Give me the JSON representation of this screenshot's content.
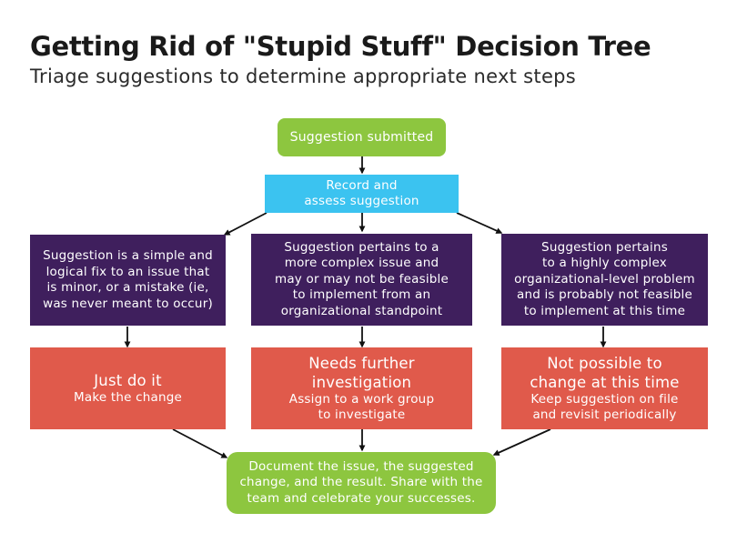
{
  "header": {
    "title": "Getting Rid of \"Stupid Stuff\" Decision Tree",
    "subtitle": "Triage suggestions to determine appropriate next steps"
  },
  "nodes": {
    "submitted": "Suggestion submitted",
    "record": "Record and\nassess suggestion",
    "simple": "Suggestion is a simple and\nlogical fix to an issue that\nis minor, or a mistake (ie,\nwas never meant to occur)",
    "complex": "Suggestion pertains to a\nmore complex issue and\nmay or may not be feasible\nto implement from an\norganizational standpoint",
    "org": "Suggestion pertains\nto a highly complex\norganizational-level problem\nand is probably not feasible\nto implement at this time",
    "just_do_it_title": "Just do it",
    "just_do_it_detail": "Make the change",
    "investigate_title": "Needs further investigation",
    "investigate_detail": "Assign to a work group\nto investigate",
    "not_possible_title": "Not possible to\nchange at this time",
    "not_possible_detail": "Keep suggestion on file\nand revisit periodically",
    "document": "Document the issue, the suggested\nchange, and the result. Share with the\nteam and celebrate your successes."
  },
  "colors": {
    "start_end": "#8dc63f",
    "process": "#3bc3f0",
    "condition": "#3f1f5d",
    "outcome": "#e05a4b",
    "arrow": "#111111"
  }
}
